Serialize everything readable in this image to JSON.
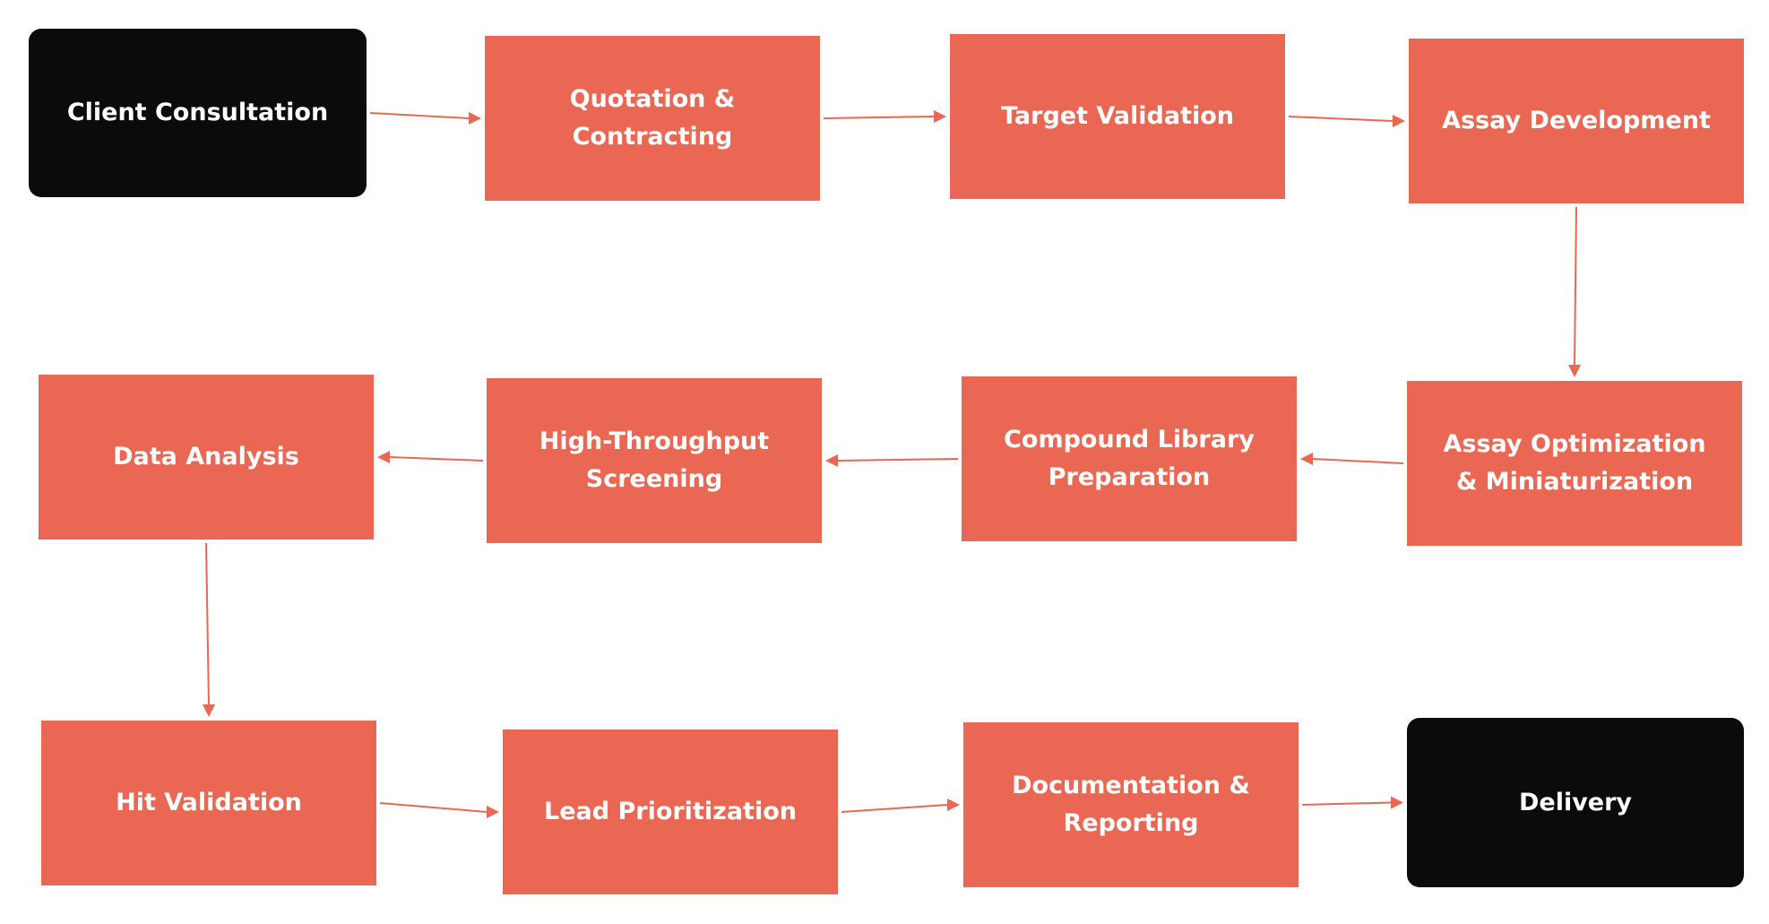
{
  "colors": {
    "step_fill": "#E96753",
    "terminal_fill": "#0B0B0B",
    "label_text": "#FFFFFF",
    "arrow": "#E96753"
  },
  "nodes": {
    "client_consultation": "Client Consultation",
    "quotation_contracting": "Quotation &\nContracting",
    "target_validation": "Target Validation",
    "assay_development": "Assay Development",
    "assay_optimization": "Assay Optimization\n& Miniaturization",
    "compound_library": "Compound Library\nPreparation",
    "high_throughput_screening": "High-Throughput\nScreening",
    "data_analysis": "Data Analysis",
    "hit_validation": "Hit Validation",
    "lead_prioritization": "Lead Prioritization",
    "documentation_reporting": "Documentation &\nReporting",
    "delivery": "Delivery"
  },
  "edges": [
    [
      "client_consultation",
      "quotation_contracting"
    ],
    [
      "quotation_contracting",
      "target_validation"
    ],
    [
      "target_validation",
      "assay_development"
    ],
    [
      "assay_development",
      "assay_optimization"
    ],
    [
      "assay_optimization",
      "compound_library"
    ],
    [
      "compound_library",
      "high_throughput_screening"
    ],
    [
      "high_throughput_screening",
      "data_analysis"
    ],
    [
      "data_analysis",
      "hit_validation"
    ],
    [
      "hit_validation",
      "lead_prioritization"
    ],
    [
      "lead_prioritization",
      "documentation_reporting"
    ],
    [
      "documentation_reporting",
      "delivery"
    ]
  ]
}
